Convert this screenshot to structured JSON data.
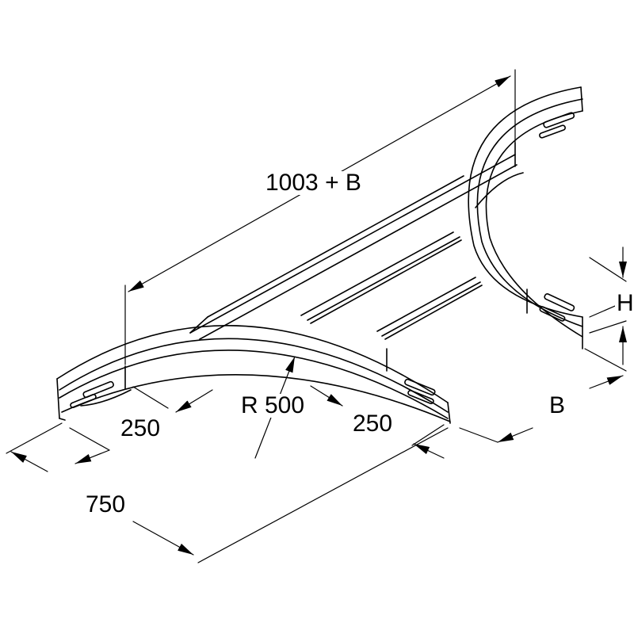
{
  "drawing": {
    "subject": "cable-ladder-tee-piece",
    "colors": {
      "line": "#000000",
      "background": "#ffffff"
    }
  },
  "dimensions": {
    "overall_length": "1003 + B",
    "radius": "R 500",
    "left_straight": "250",
    "right_straight": "250",
    "overall_width": "750",
    "width": "B",
    "height": "H"
  }
}
